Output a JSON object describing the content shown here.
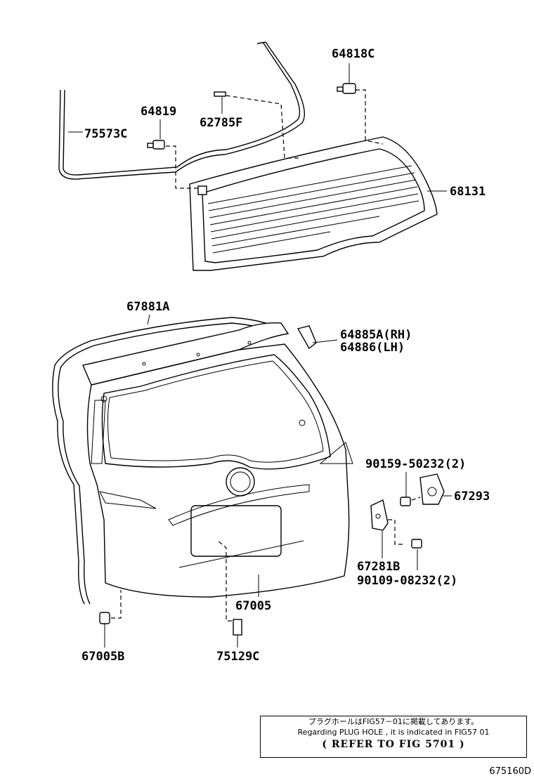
{
  "parts": {
    "p64818C": "64818C",
    "p64819": "64819",
    "p62785F": "62785F",
    "p75573C": "75573C",
    "p68131": "68131",
    "p67881A": "67881A",
    "p64885A": "64885A(RH)",
    "p64886": "64886(LH)",
    "p90159": "90159-50232(2)",
    "p67293": "67293",
    "p67281B": "67281B",
    "p90109": "90109-08232(2)",
    "p67005": "67005",
    "p67005B": "67005B",
    "p75129C": "75129C"
  },
  "note": {
    "line1": "プラグホールはFIG57－01に掲載してあります。",
    "line2": "Regarding PLUG HOLE , it is indicated in FIG57 01",
    "line3": "( REFER TO FIG 5701 )"
  },
  "figure_code": "675160D"
}
